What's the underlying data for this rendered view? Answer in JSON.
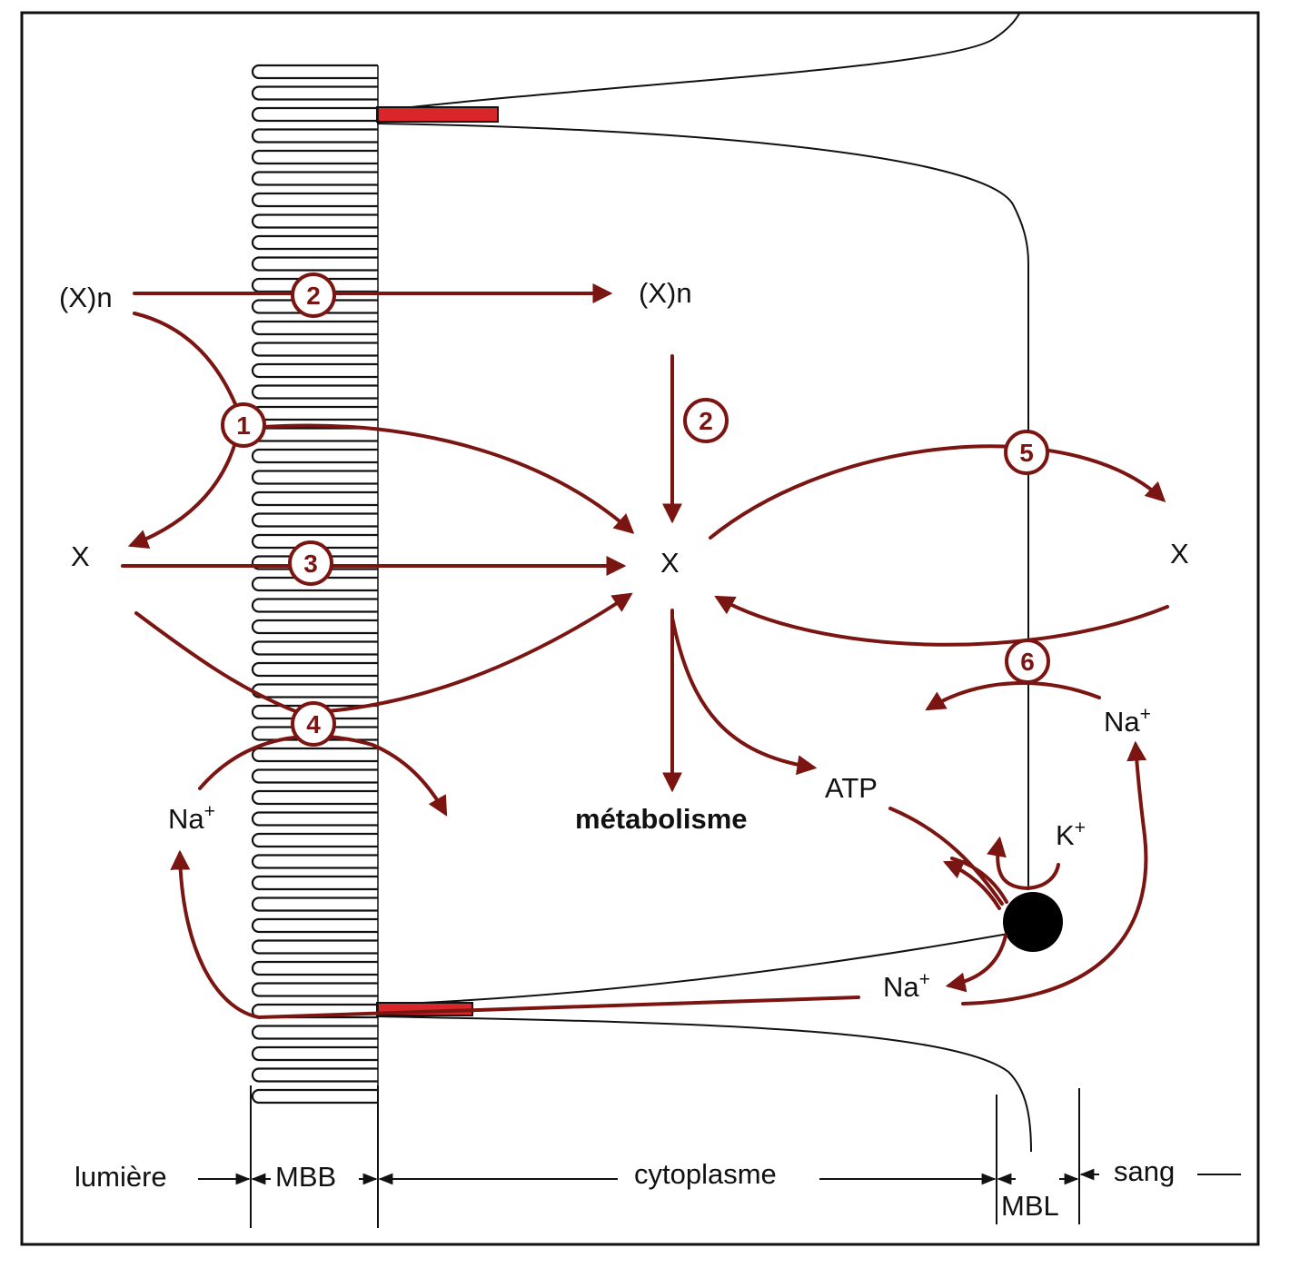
{
  "labels": {
    "xn_left": "(X)n",
    "xn_center": "(X)n",
    "x_left": "X",
    "x_center": "X",
    "x_right": "X",
    "metabolism": "métabolisme",
    "atp": "ATP",
    "na_left": "Na",
    "na_right": "Na",
    "na_bottom": "Na",
    "k": "K",
    "plus": "+"
  },
  "pathway_numbers": [
    "1",
    "2",
    "2",
    "3",
    "4",
    "5",
    "6"
  ],
  "scale": {
    "lumiere": "lumière",
    "mbb": "MBB",
    "cytoplasme": "cytoplasme",
    "mbl": "MBL",
    "sang": "sang"
  },
  "colors": {
    "arrow": "#7b1512",
    "junction": "#d8262a",
    "line": "#111111",
    "pump": "#000000"
  }
}
